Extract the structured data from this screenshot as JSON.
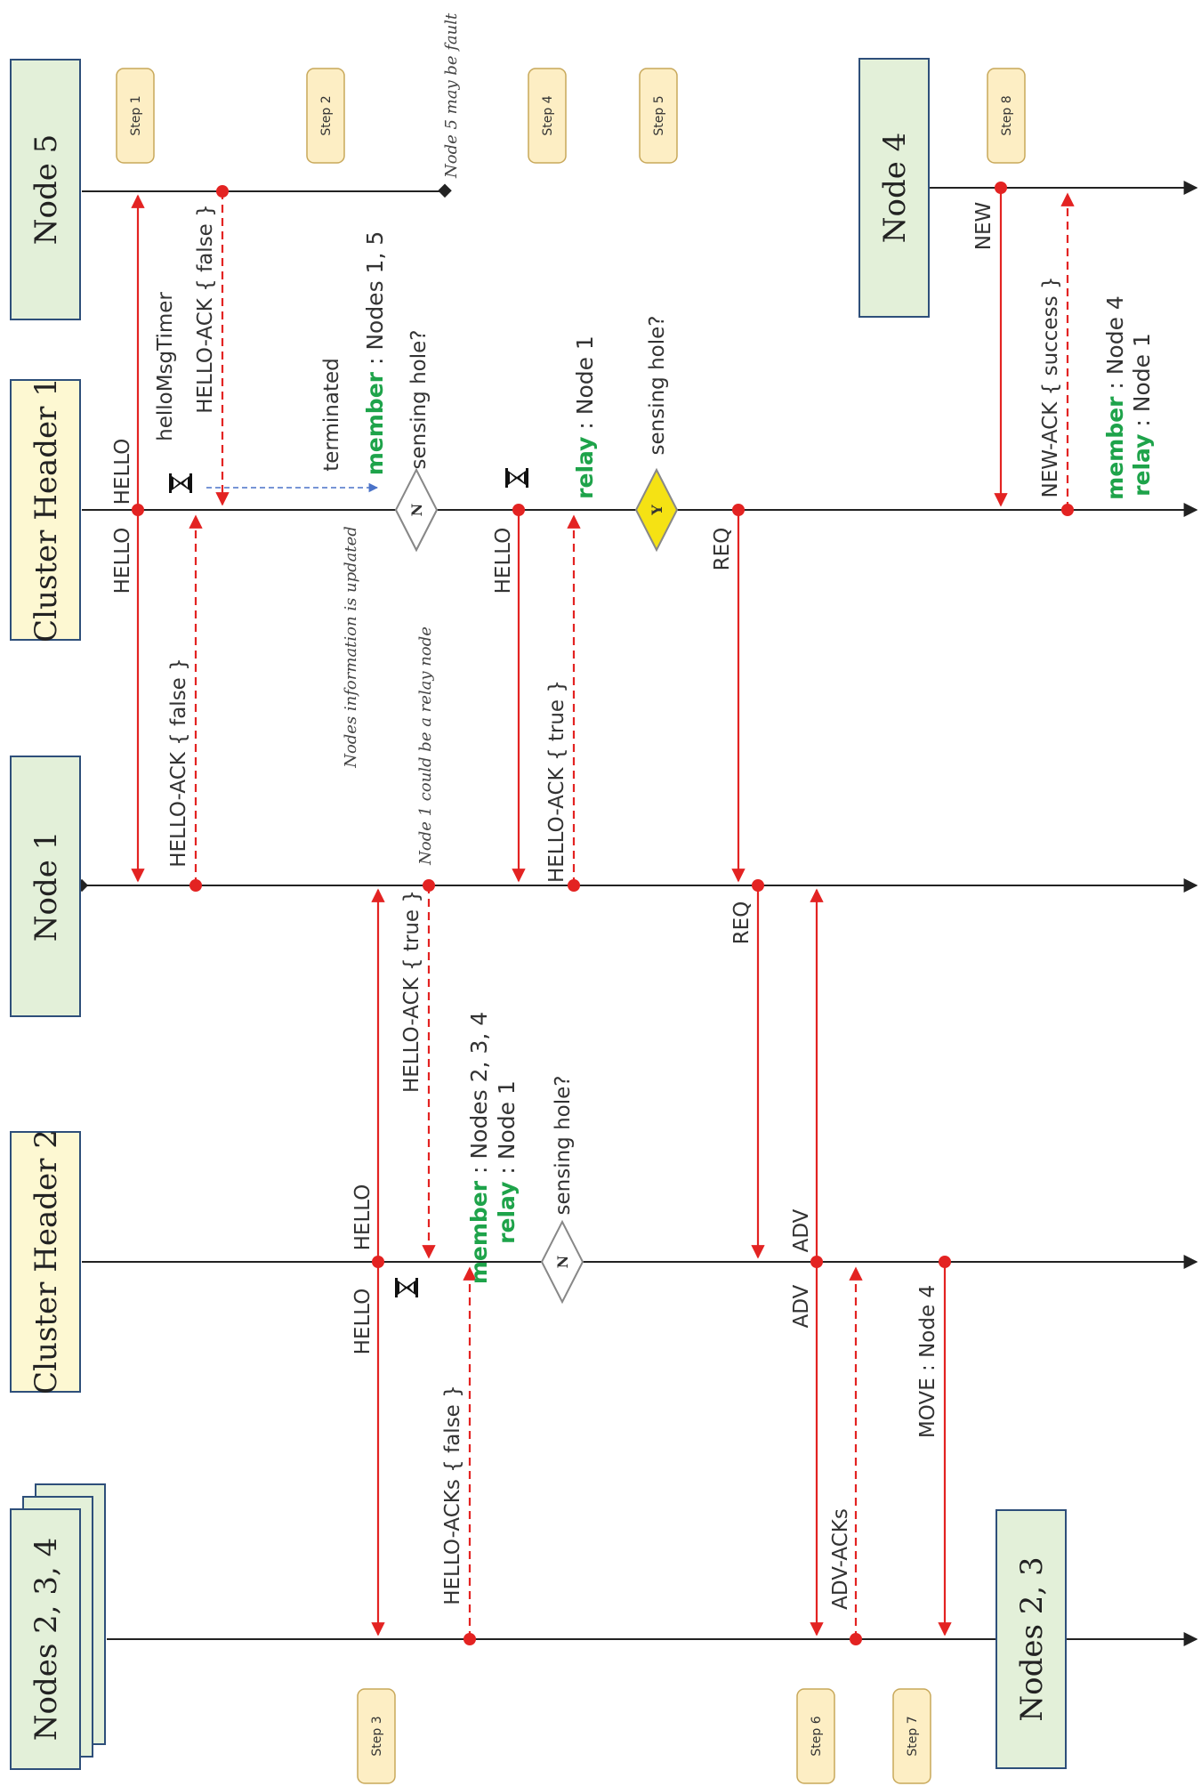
{
  "colors": {
    "arrow": "#e32322",
    "dashed_blue": "#4a72c8",
    "lifeline": "#222222",
    "member_keyword": "#1ea34a",
    "relay_keyword": "#1ea34a",
    "box_green": "#e3f0d9",
    "box_yellow": "#fdf8d2",
    "box_border": "#2e4f7a",
    "step_fill": "#fdeec4",
    "step_border": "#c8a85a",
    "decision_yes": "#f5e214"
  },
  "icons": {
    "timer": "hourglass-icon"
  },
  "lanes": {
    "node5": "Node 5",
    "ch1": "Cluster Header 1",
    "node1": "Node 1",
    "ch2": "Cluster Header 2",
    "nodes234": "Nodes 2, 3, 4",
    "node4": "Node 4",
    "nodes23": "Nodes 2, 3"
  },
  "steps": {
    "s1": "Step 1",
    "s2": "Step 2",
    "s3": "Step 3",
    "s4": "Step 4",
    "s5": "Step 5",
    "s6": "Step 6",
    "s7": "Step 7",
    "s8": "Step 8"
  },
  "notes": {
    "node5_fault": "Node 5 may be fault",
    "nodes_info_updated": "Nodes information is updated",
    "node1_relay": "Node 1 could be a relay node"
  },
  "messages": {
    "hello_ch1_to_n5": "HELLO",
    "hello_msg_timer": "helloMsgTimer",
    "hello_ack_n5_false": "HELLO-ACK { false }",
    "terminated": "terminated",
    "member_kw": "member",
    "member_nodes_1_5": " : Nodes 1, 5",
    "sensing_hole_1": "sensing hole?",
    "decision_n_1": "N",
    "hello_ch1_to_n1": "HELLO",
    "hello_ack_n1_false": "HELLO-ACK { false }",
    "hello_ch1_to_n1_b": "HELLO",
    "relay_kw_ch1": "relay",
    "relay_node1_ch1": " : Node 1",
    "sensing_hole_2": "sensing hole?",
    "decision_y": "Y",
    "hello_ack_n1_true": "HELLO-ACK { true }",
    "req_1": "REQ",
    "req_2": "REQ",
    "new": "NEW",
    "new_ack": "NEW-ACK { success }",
    "member_kw_2": "member",
    "member_node4": " : Node 4",
    "relay_kw_2": "relay",
    "relay_node1_2": " : Node 1",
    "hello_ch2_to_n1": "HELLO",
    "hello_ack_ch2_true": "HELLO-ACK { true }",
    "member_kw_3": "member",
    "member_nodes_2_3_4": " : Nodes 2, 3, 4",
    "relay_kw_3": "relay",
    "relay_node1_3": " : Node 1",
    "sensing_hole_3": "sensing hole?",
    "decision_n_2": "N",
    "hello_ch2_to_n234": "HELLO",
    "hello_acks_false": "HELLO-ACKs { false }",
    "adv_1": "ADV",
    "adv_2": "ADV",
    "adv_acks": "ADV-ACKs",
    "move": "MOVE : Node 4"
  }
}
